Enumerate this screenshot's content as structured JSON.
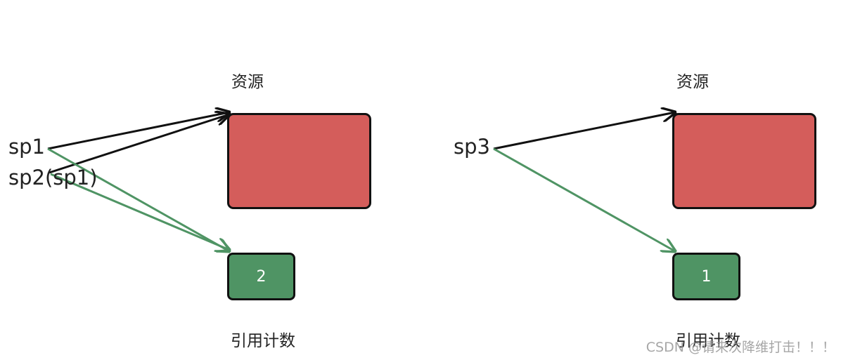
{
  "diagrams": [
    {
      "resource_label": "资源",
      "refcount_label": "引用计数",
      "refcount_value": "2",
      "pointers": [
        "sp1",
        "sp2(sp1)"
      ]
    },
    {
      "resource_label": "资源",
      "refcount_label": "引用计数",
      "refcount_value": "1",
      "pointers": [
        "sp3"
      ]
    }
  ],
  "colors": {
    "resource": "#d45d5b",
    "refcount": "#4f9464",
    "resource_arrow": "#111111",
    "refcount_arrow": "#4f9464"
  },
  "watermark": "CSDN @请来次降维打击！！！"
}
